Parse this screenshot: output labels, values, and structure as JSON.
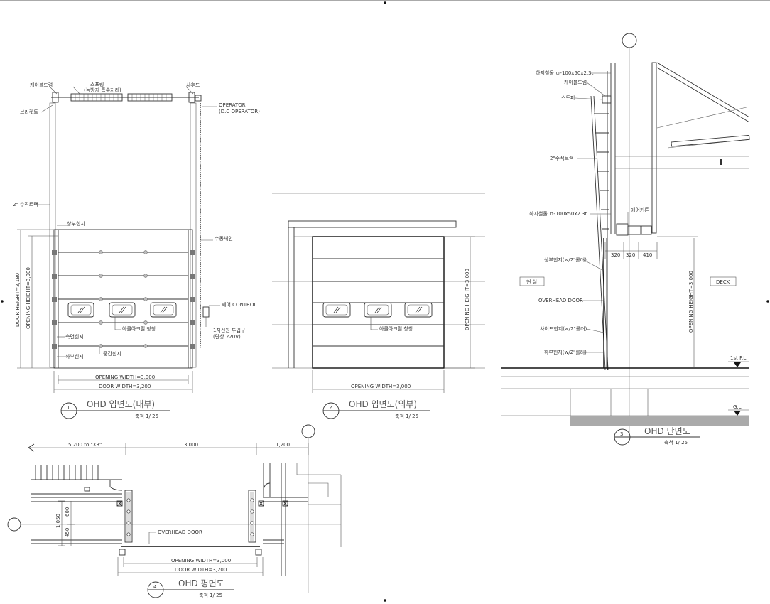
{
  "drawing": {
    "elev_int": {
      "title": "OHD 입면도(내부)",
      "number": "1",
      "scale": "축척 1/ 25",
      "labels": {
        "cable_drum": "케이블드럼",
        "spring": "스프링",
        "spring_note": "(녹방지 특수처리)",
        "shaft": "샤후드",
        "bracket": "브라켓트",
        "operator": "OPERATOR",
        "operator_note": "(D.C OPERATOR)",
        "track": "2\" 수직트랙",
        "top_hinge": "상부힌지",
        "manual_chain": "수동체인",
        "control": "제어 CONTROL",
        "power": "1차전원 투입구",
        "power_note": "(단상 220V)",
        "window": "아클아크릴 창창",
        "side_hinge": "측면힌지",
        "mid_hinge": "중간힌지",
        "bottom_hinge": "하부힌지",
        "door_height": "DOOR HEIGHT=3,180",
        "opening_height": "OPENING HEIGHT=3,000",
        "opening_width": "OPENING WIDTH=3,000",
        "door_width": "DOOR WIDTH=3,200"
      }
    },
    "elev_ext": {
      "title": "OHD 입면도(외부)",
      "number": "2",
      "scale": "축척 1/ 25",
      "labels": {
        "window": "아클아크릴 창창",
        "opening_height": "OPENING HEIGHT=3,000",
        "opening_width": "OPENING WIDTH=3,000"
      }
    },
    "section": {
      "title": "OHD 단면도",
      "number": "3",
      "scale": "축척 1/ 25",
      "labels": {
        "steel_top": "하지철물 ㅁ-100x50x2.3t",
        "cable_drum": "케이블드럼",
        "stopper": "스토퍼",
        "track": "2\"수직트랙",
        "steel_mid": "하지철물 ㅁ-100x50x2.3t",
        "air_cushion": "에어커튼",
        "dim_a": "320",
        "dim_b": "320",
        "dim_c": "410",
        "top_hinge": "상부힌지(w/2\"롤러)",
        "room": "현 실",
        "deck": "DECK",
        "overhead_door": "OVERHEAD DOOR",
        "side_hinge": "사이드힌지(w/2\"롤러)",
        "bottom_hinge": "하부힌지(w/2\"롤러)",
        "opening_height": "OPENING HEIGHT=3,000",
        "fl": "1st F.L.",
        "gl": "G.L."
      }
    },
    "plan": {
      "title": "OHD 평면도",
      "number": "4",
      "scale": "축척 1/ 25",
      "labels": {
        "dim_left": "5,200 to \"X3\"",
        "dim_mid": "3,000",
        "dim_right": "1,200",
        "dim_v1": "1,050",
        "dim_v2": "600",
        "dim_v3": "450",
        "overhead_door": "OVERHEAD DOOR",
        "opening_width": "OPENING WIDTH=3,000",
        "door_width": "DOOR WIDTH=3,200"
      }
    }
  }
}
